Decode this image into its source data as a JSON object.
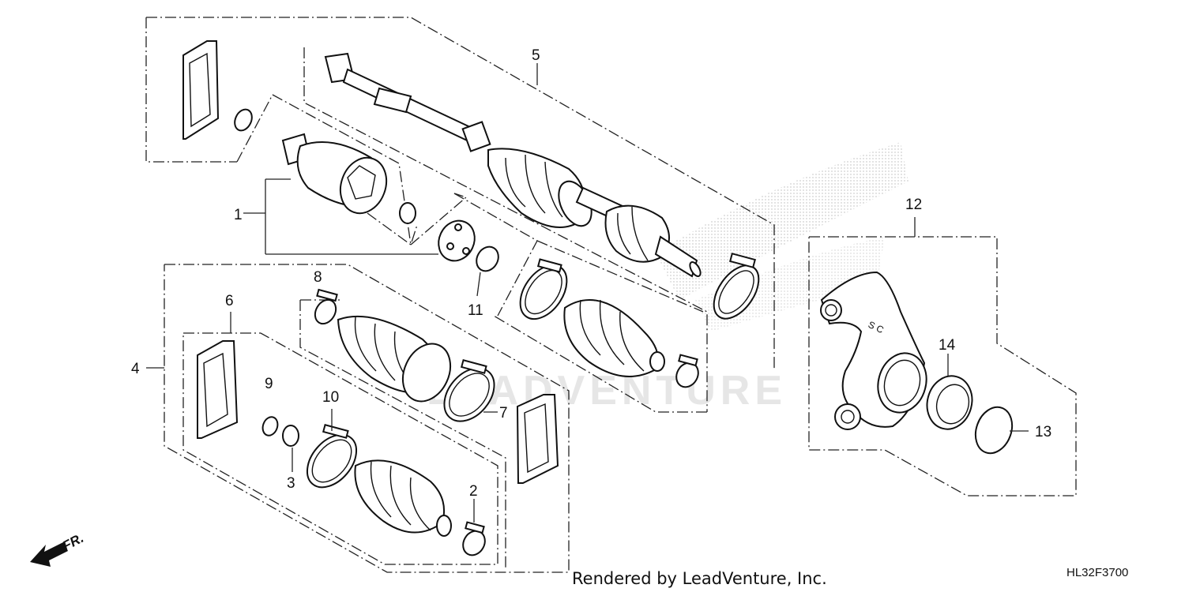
{
  "diagram": {
    "callouts": {
      "c1": "1",
      "c2": "2",
      "c3": "3",
      "c4": "4",
      "c5": "5",
      "c6": "6",
      "c7": "7",
      "c8": "8",
      "c9": "9",
      "c10": "10",
      "c11": "11",
      "c12": "12",
      "c13": "13",
      "c14": "14"
    },
    "direction_label": "FR.",
    "watermark": "LEADVENTURE",
    "credit": "Rendered by LeadVenture, Inc.",
    "drawing_code": "HL32F3700"
  }
}
